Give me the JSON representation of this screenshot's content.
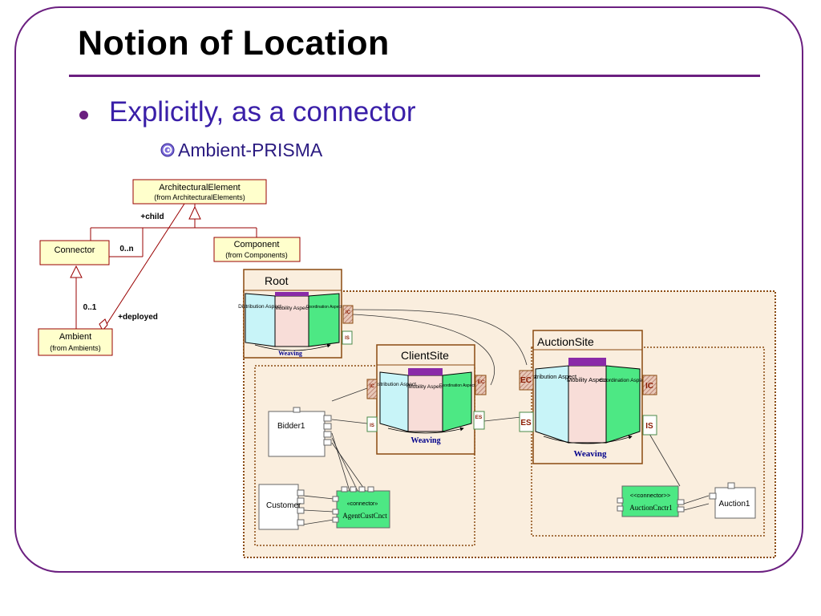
{
  "slide": {
    "title": "Notion of Location",
    "bullet": "Explicitly, as a connector",
    "sub_bullet": "Ambient-PRISMA"
  },
  "uml": {
    "architectural_element": {
      "name": "ArchitecturalElement",
      "package": "(from ArchitecturalElements)"
    },
    "connector": {
      "name": "Connector"
    },
    "component": {
      "name": "Component",
      "package": "(from Components)"
    },
    "ambient": {
      "name": "Ambient",
      "package": "(from Ambients)"
    },
    "child_label": "+child",
    "multiplicity_many": "0..n",
    "multiplicity_one": "0..1",
    "deployed_label": "+deployed"
  },
  "prisma": {
    "root": {
      "title": "Root",
      "aspects": [
        "Distribution Aspect",
        "Mobility Aspect",
        "Coordination Aspect"
      ],
      "weaving": "Weaving",
      "ports": [
        "IC",
        "IS"
      ]
    },
    "client_site": {
      "title": "ClientSite",
      "aspects": [
        "Distribution Aspect",
        "Mobility Aspect",
        "Coordination Aspect"
      ],
      "weaving": "Weaving",
      "ports": [
        "IC",
        "IS",
        "EC",
        "ES"
      ]
    },
    "auction_site": {
      "title": "AuctionSite",
      "aspects": [
        "Distribution Aspect",
        "Mobility Aspect",
        "Coordination Aspect"
      ],
      "weaving": "Weaving",
      "ports": [
        "EC",
        "ES",
        "IC",
        "IS"
      ]
    },
    "bidder": "Bidder1",
    "customer": "Customer",
    "agent_connector": {
      "stereotype": "«connector»",
      "name": "AgentCustCnct"
    },
    "auction_connector": {
      "stereotype": "<<connector>>",
      "name": "AuctionCnctr1"
    },
    "auction": "Auction1"
  },
  "colors": {
    "frame": "#6b1f80",
    "bullet_text": "#3a1fa8",
    "uml_box_fill": "#ffffcc",
    "uml_line": "#990000",
    "ambient_fill": "#f9efe2",
    "ambient_border": "#8a4a10",
    "distribution": "#c8f4f8",
    "mobility": "#f8ddd8",
    "coordination": "#4de884",
    "connector_fill": "#4de884"
  }
}
